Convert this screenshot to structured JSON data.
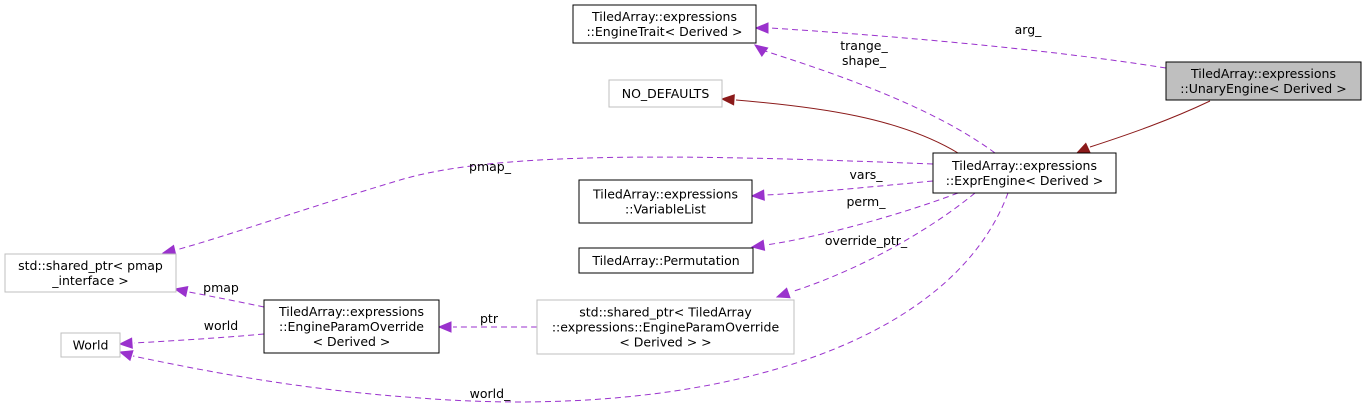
{
  "nodes": {
    "unary_engine": {
      "lines": [
        "TiledArray::expressions",
        "::UnaryEngine< Derived >"
      ]
    },
    "engine_trait": {
      "lines": [
        "TiledArray::expressions",
        "::EngineTrait< Derived >"
      ]
    },
    "no_defaults": {
      "lines": [
        "NO_DEFAULTS"
      ]
    },
    "expr_engine": {
      "lines": [
        "TiledArray::expressions",
        "::ExprEngine< Derived >"
      ]
    },
    "variable_list": {
      "lines": [
        "TiledArray::expressions",
        "::VariableList"
      ]
    },
    "permutation": {
      "lines": [
        "TiledArray::Permutation"
      ]
    },
    "shared_ptr_pmap": {
      "lines": [
        "std::shared_ptr< pmap",
        "_interface >"
      ]
    },
    "shared_ptr_override": {
      "lines": [
        "std::shared_ptr< TiledArray",
        "::expressions::EngineParamOverride",
        "< Derived > >"
      ]
    },
    "engine_param_override": {
      "lines": [
        "TiledArray::expressions",
        "::EngineParamOverride",
        "< Derived >"
      ]
    },
    "world": {
      "lines": [
        "World"
      ]
    }
  },
  "edges": [
    {
      "id": "arg",
      "labels": [
        "arg_"
      ]
    },
    {
      "id": "trange_shape",
      "labels": [
        "trange_",
        "shape_"
      ]
    },
    {
      "id": "inherit_no_defaults",
      "labels": []
    },
    {
      "id": "inherit_expr_engine",
      "labels": []
    },
    {
      "id": "pmap_expr",
      "labels": [
        "pmap_"
      ]
    },
    {
      "id": "vars",
      "labels": [
        "vars_"
      ]
    },
    {
      "id": "perm",
      "labels": [
        "perm_"
      ]
    },
    {
      "id": "override_ptr",
      "labels": [
        "override_ptr_"
      ]
    },
    {
      "id": "world_expr",
      "labels": [
        "world_"
      ]
    },
    {
      "id": "pmap_override",
      "labels": [
        "pmap"
      ]
    },
    {
      "id": "world_override",
      "labels": [
        "world"
      ]
    },
    {
      "id": "ptr",
      "labels": [
        "ptr"
      ]
    }
  ],
  "colors": {
    "inheritance": "#8b1a1a",
    "usage": "#9a32cd",
    "focus_fill": "#bfbfbf",
    "faint_border": "#bfbfbf"
  }
}
